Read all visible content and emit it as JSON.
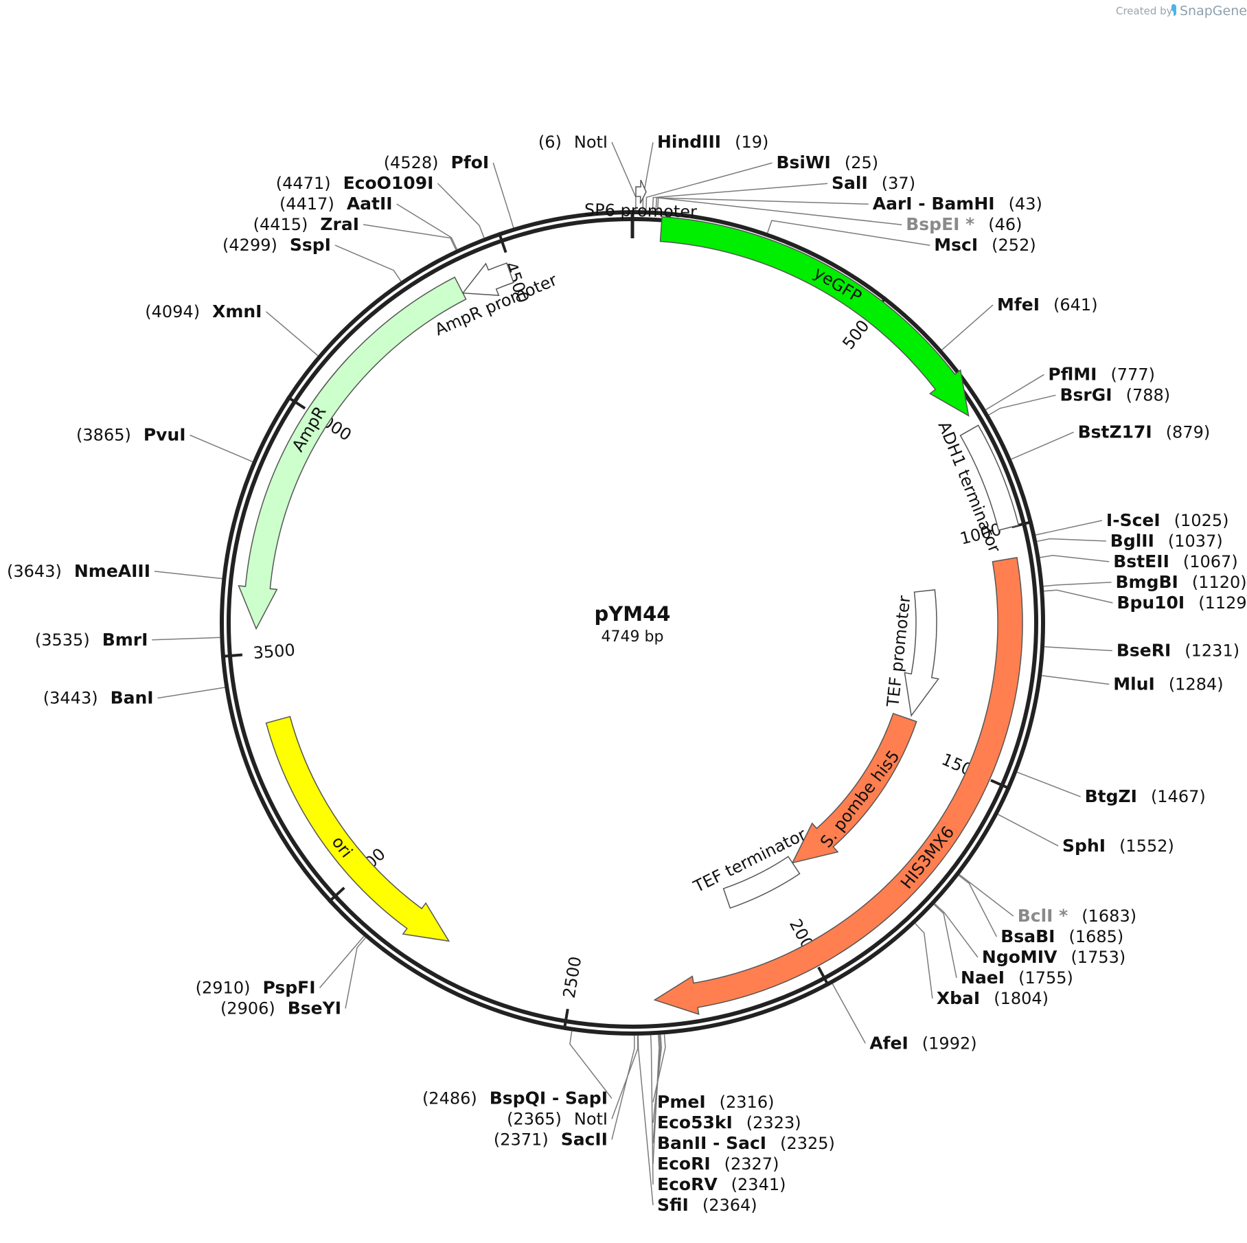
{
  "credit": {
    "created_by": "Created by",
    "brand": "SnapGene"
  },
  "plasmid": {
    "name": "pYM44",
    "length_label": "4749 bp",
    "length": 4749
  },
  "ticks": [
    {
      "pos": 500,
      "label": "500"
    },
    {
      "pos": 1000,
      "label": "1000"
    },
    {
      "pos": 1500,
      "label": "1500"
    },
    {
      "pos": 2000,
      "label": "2000"
    },
    {
      "pos": 2500,
      "label": "2500"
    },
    {
      "pos": 3000,
      "label": "3000"
    },
    {
      "pos": 3500,
      "label": "3500"
    },
    {
      "pos": 4000,
      "label": "4000"
    },
    {
      "pos": 4500,
      "label": "4500"
    }
  ],
  "features": [
    {
      "name": "SP6 promoter",
      "start": 6,
      "end": 24,
      "color": "#ffffff",
      "dir": 1,
      "radius": 628,
      "width": 14
    },
    {
      "name": "yeGFP",
      "start": 55,
      "end": 770,
      "color": "#00ee00",
      "dir": 1,
      "radius": 575,
      "width": 36
    },
    {
      "name": "ADH1 terminator",
      "start": 795,
      "end": 1000,
      "color": "#ffffff",
      "dir": 0,
      "radius": 565,
      "width": 30
    },
    {
      "name": "HIS3MX6",
      "start": 1060,
      "end": 2330,
      "color": "#ff7f50",
      "dir": 1,
      "radius": 550,
      "width": 36
    },
    {
      "name": "TEF promoter",
      "start": 1105,
      "end": 1430,
      "color": "#ffffff",
      "dir": 1,
      "radius": 428,
      "width": 30
    },
    {
      "name": "S. pombe his5",
      "start": 1440,
      "end": 1930,
      "color": "#ff7f50",
      "dir": 1,
      "radius": 420,
      "width": 36
    },
    {
      "name": "TEF terminator",
      "start": 1930,
      "end": 2125,
      "color": "#ffffff",
      "dir": 0,
      "radius": 424,
      "width": 30
    },
    {
      "name": "ori",
      "start": 2770,
      "end": 3360,
      "color": "#ffff00",
      "dir": -1,
      "radius": 535,
      "width": 36
    },
    {
      "name": "AmpR",
      "start": 3550,
      "end": 4390,
      "color": "#ccffcc",
      "dir": -1,
      "radius": 548,
      "width": 36
    },
    {
      "name": "AmpR promoter",
      "start": 4390,
      "end": 4495,
      "color": "#ffffff",
      "dir": -1,
      "radius": 540,
      "width": 30
    }
  ],
  "sites": [
    {
      "pos": 6,
      "name": "NotI",
      "num": "(6)",
      "side": "L",
      "bold": false,
      "gray": false
    },
    {
      "pos": 19,
      "name": "HindIII",
      "num": "(19)",
      "side": "R",
      "bold": true,
      "gray": false
    },
    {
      "pos": 25,
      "name": "BsiWI",
      "num": "(25)",
      "side": "R",
      "bold": true,
      "gray": false
    },
    {
      "pos": 37,
      "name": "SalI",
      "num": "(37)",
      "side": "R",
      "bold": true,
      "gray": false
    },
    {
      "pos": 43,
      "name": "AarI - BamHI",
      "num": "(43)",
      "side": "R",
      "bold": true,
      "gray": false
    },
    {
      "pos": 46,
      "name": "BspEI *",
      "num": "(46)",
      "side": "R",
      "bold": true,
      "gray": true
    },
    {
      "pos": 252,
      "name": "MscI",
      "num": "(252)",
      "side": "R",
      "bold": true,
      "gray": false
    },
    {
      "pos": 641,
      "name": "MfeI",
      "num": "(641)",
      "side": "R",
      "bold": true,
      "gray": false
    },
    {
      "pos": 777,
      "name": "PflMI",
      "num": "(777)",
      "side": "R",
      "bold": true,
      "gray": false
    },
    {
      "pos": 788,
      "name": "BsrGI",
      "num": "(788)",
      "side": "R",
      "bold": true,
      "gray": false
    },
    {
      "pos": 879,
      "name": "BstZ17I",
      "num": "(879)",
      "side": "R",
      "bold": true,
      "gray": false
    },
    {
      "pos": 1025,
      "name": "I-SceI",
      "num": "(1025)",
      "side": "R",
      "bold": true,
      "gray": false
    },
    {
      "pos": 1037,
      "name": "BglII",
      "num": "(1037)",
      "side": "R",
      "bold": true,
      "gray": false
    },
    {
      "pos": 1067,
      "name": "BstEII",
      "num": "(1067)",
      "side": "R",
      "bold": true,
      "gray": false
    },
    {
      "pos": 1120,
      "name": "BmgBI",
      "num": "(1120)",
      "side": "R",
      "bold": true,
      "gray": false
    },
    {
      "pos": 1129,
      "name": "Bpu10I",
      "num": "(1129)",
      "side": "R",
      "bold": true,
      "gray": false
    },
    {
      "pos": 1231,
      "name": "BseRI",
      "num": "(1231)",
      "side": "R",
      "bold": true,
      "gray": false
    },
    {
      "pos": 1284,
      "name": "MluI",
      "num": "(1284)",
      "side": "R",
      "bold": true,
      "gray": false
    },
    {
      "pos": 1467,
      "name": "BtgZI",
      "num": "(1467)",
      "side": "R",
      "bold": true,
      "gray": false
    },
    {
      "pos": 1552,
      "name": "SphI",
      "num": "(1552)",
      "side": "R",
      "bold": true,
      "gray": false
    },
    {
      "pos": 1683,
      "name": "BclI *",
      "num": "(1683)",
      "side": "R",
      "bold": true,
      "gray": true
    },
    {
      "pos": 1685,
      "name": "BsaBI",
      "num": "(1685)",
      "side": "R",
      "bold": true,
      "gray": false
    },
    {
      "pos": 1753,
      "name": "NgoMIV",
      "num": "(1753)",
      "side": "R",
      "bold": true,
      "gray": false
    },
    {
      "pos": 1755,
      "name": "NaeI",
      "num": "(1755)",
      "side": "R",
      "bold": true,
      "gray": false
    },
    {
      "pos": 1804,
      "name": "XbaI",
      "num": "(1804)",
      "side": "R",
      "bold": true,
      "gray": false
    },
    {
      "pos": 1992,
      "name": "AfeI",
      "num": "(1992)",
      "side": "R",
      "bold": true,
      "gray": false
    },
    {
      "pos": 2316,
      "name": "PmeI",
      "num": "(2316)",
      "side": "R",
      "bold": true,
      "gray": false
    },
    {
      "pos": 2323,
      "name": "Eco53kI",
      "num": "(2323)",
      "side": "R",
      "bold": true,
      "gray": false
    },
    {
      "pos": 2325,
      "name": "BanII - SacI",
      "num": "(2325)",
      "side": "R",
      "bold": true,
      "gray": false
    },
    {
      "pos": 2327,
      "name": "EcoRI",
      "num": "(2327)",
      "side": "R",
      "bold": true,
      "gray": false
    },
    {
      "pos": 2341,
      "name": "EcoRV",
      "num": "(2341)",
      "side": "R",
      "bold": true,
      "gray": false
    },
    {
      "pos": 2364,
      "name": "SfiI",
      "num": "(2364)",
      "side": "R",
      "bold": true,
      "gray": false
    },
    {
      "pos": 2365,
      "name": "NotI",
      "num": "(2365)",
      "side": "L",
      "bold": false,
      "gray": false
    },
    {
      "pos": 2371,
      "name": "SacII",
      "num": "(2371)",
      "side": "L",
      "bold": true,
      "gray": false
    },
    {
      "pos": 2486,
      "name": "BspQI - SapI",
      "num": "(2486)",
      "side": "L",
      "bold": true,
      "gray": false
    },
    {
      "pos": 2906,
      "name": "BseYI",
      "num": "(2906)",
      "side": "L",
      "bold": true,
      "gray": false
    },
    {
      "pos": 2910,
      "name": "PspFI",
      "num": "(2910)",
      "side": "L",
      "bold": true,
      "gray": false
    },
    {
      "pos": 3443,
      "name": "BanI",
      "num": "(3443)",
      "side": "L",
      "bold": true,
      "gray": false
    },
    {
      "pos": 3535,
      "name": "BmrI",
      "num": "(3535)",
      "side": "L",
      "bold": true,
      "gray": false
    },
    {
      "pos": 3643,
      "name": "NmeAIII",
      "num": "(3643)",
      "side": "L",
      "bold": true,
      "gray": false
    },
    {
      "pos": 3865,
      "name": "PvuI",
      "num": "(3865)",
      "side": "L",
      "bold": true,
      "gray": false
    },
    {
      "pos": 4094,
      "name": "XmnI",
      "num": "(4094)",
      "side": "L",
      "bold": true,
      "gray": false
    },
    {
      "pos": 4299,
      "name": "SspI",
      "num": "(4299)",
      "side": "L",
      "bold": true,
      "gray": false
    },
    {
      "pos": 4415,
      "name": "ZraI",
      "num": "(4415)",
      "side": "L",
      "bold": true,
      "gray": false
    },
    {
      "pos": 4417,
      "name": "AatII",
      "num": "(4417)",
      "side": "L",
      "bold": true,
      "gray": false
    },
    {
      "pos": 4471,
      "name": "EcoO109I",
      "num": "(4471)",
      "side": "L",
      "bold": true,
      "gray": false
    },
    {
      "pos": 4528,
      "name": "PfoI",
      "num": "(4528)",
      "side": "L",
      "bold": true,
      "gray": false
    }
  ]
}
